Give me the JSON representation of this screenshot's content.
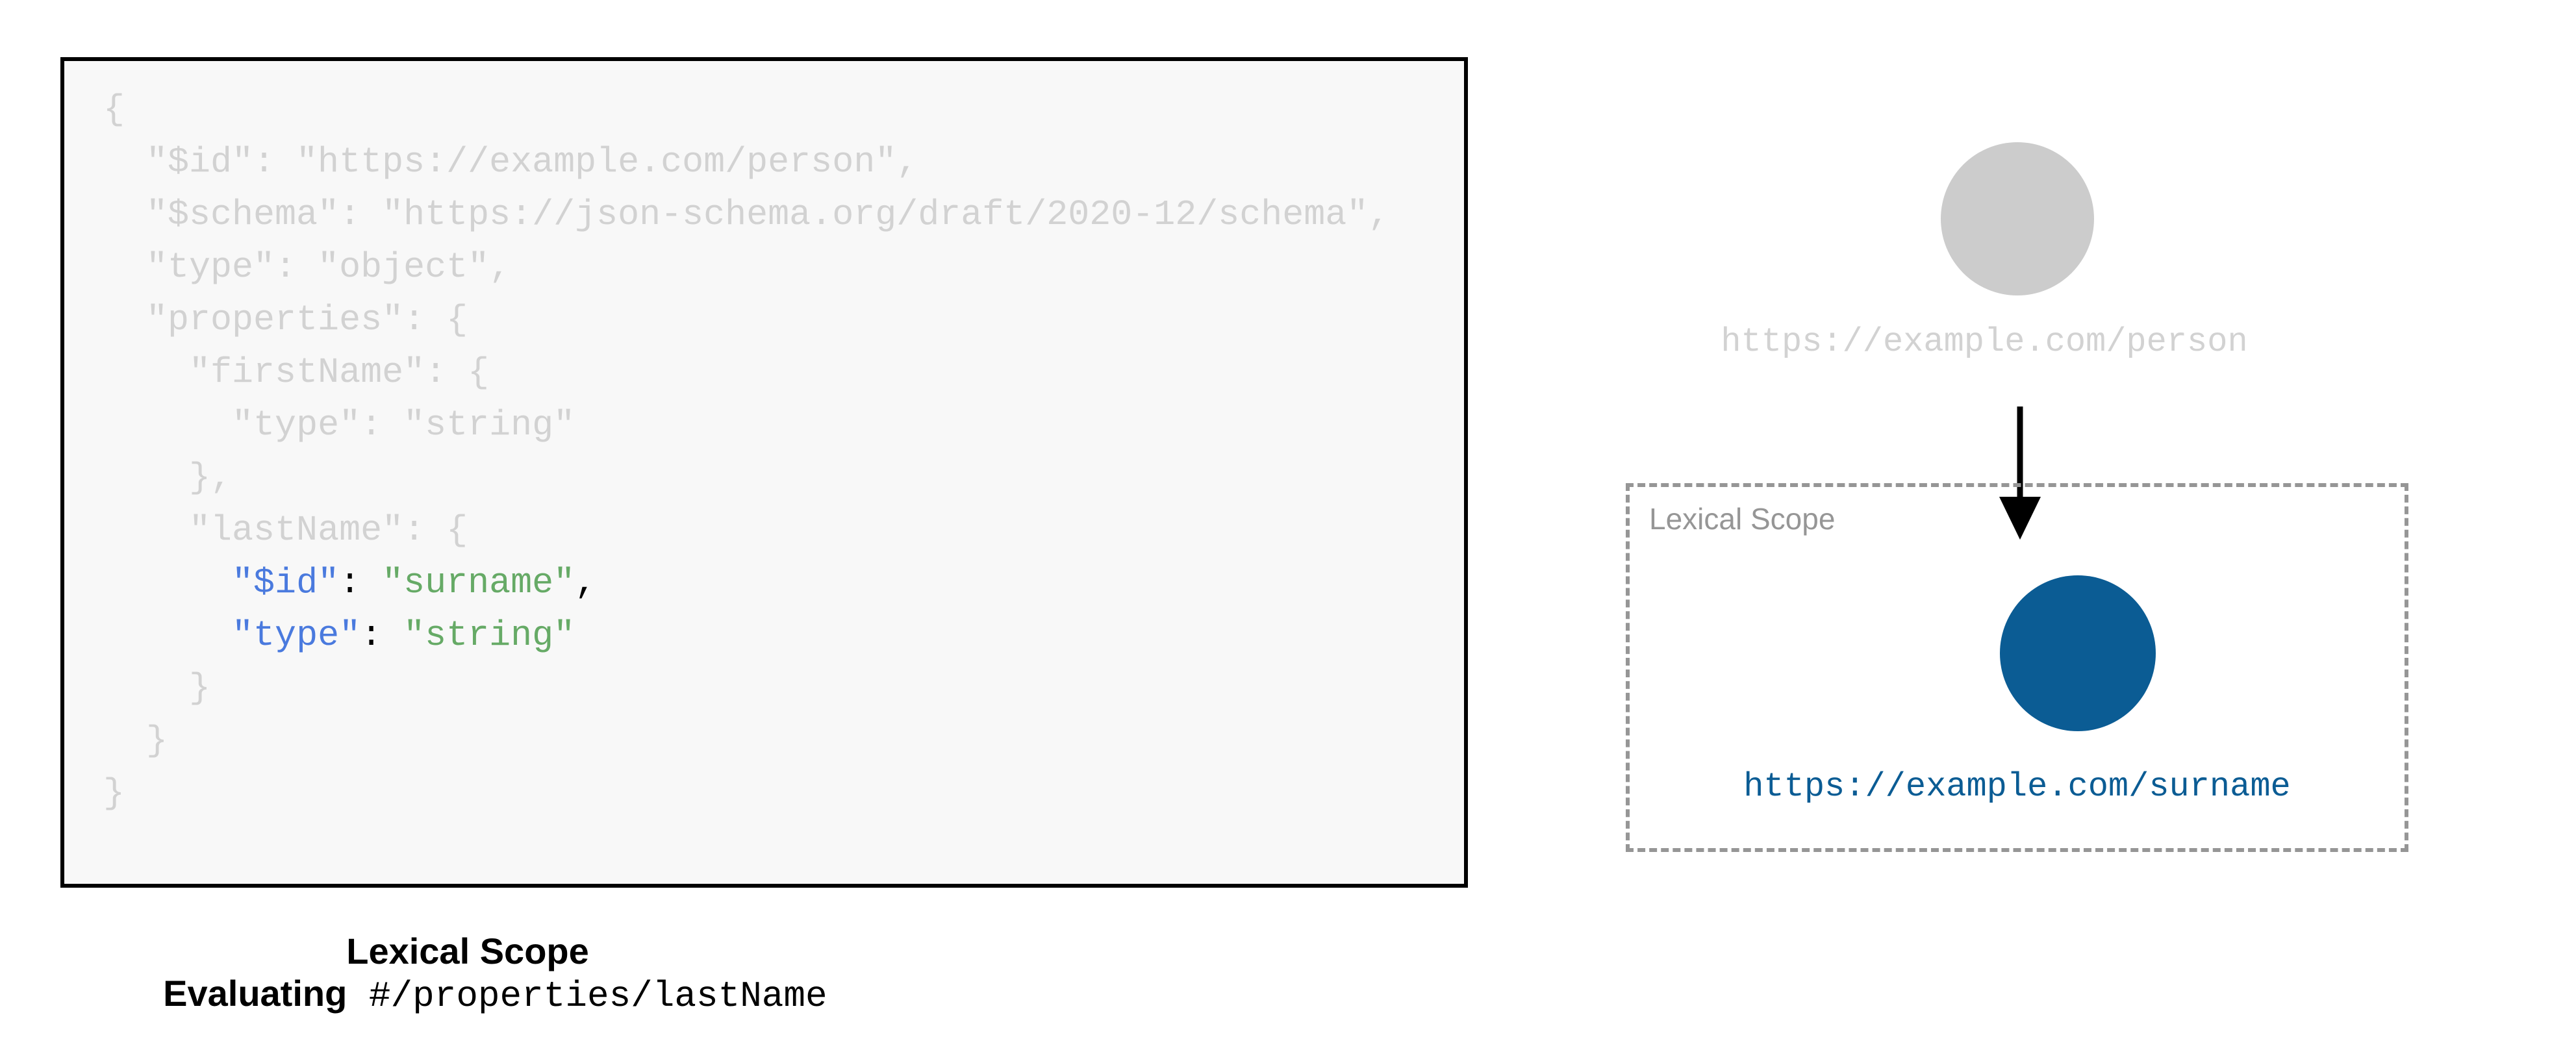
{
  "code_figure": {
    "panel_background": "#f8f8f8",
    "border_color": "#000000",
    "dim_color": "#d2d2d2",
    "key_color": "#4a7ade",
    "string_color": "#66aa66",
    "punct_color": "#000000",
    "lines": [
      {
        "indent": 0,
        "highlighted": false,
        "tokens": [
          {
            "t": "{",
            "k": "dim"
          }
        ]
      },
      {
        "indent": 1,
        "highlighted": false,
        "tokens": [
          {
            "t": "\"$id\": \"https://example.com/person\",",
            "k": "dim"
          }
        ]
      },
      {
        "indent": 1,
        "highlighted": false,
        "tokens": [
          {
            "t": "\"$schema\": \"https://json-schema.org/draft/2020-12/schema\",",
            "k": "dim"
          }
        ]
      },
      {
        "indent": 1,
        "highlighted": false,
        "tokens": [
          {
            "t": "\"type\": \"object\",",
            "k": "dim"
          }
        ]
      },
      {
        "indent": 1,
        "highlighted": false,
        "tokens": [
          {
            "t": "\"properties\": {",
            "k": "dim"
          }
        ]
      },
      {
        "indent": 2,
        "highlighted": false,
        "tokens": [
          {
            "t": "\"firstName\": {",
            "k": "dim"
          }
        ]
      },
      {
        "indent": 3,
        "highlighted": false,
        "tokens": [
          {
            "t": "\"type\": \"string\"",
            "k": "dim"
          }
        ]
      },
      {
        "indent": 2,
        "highlighted": false,
        "tokens": [
          {
            "t": "},",
            "k": "dim"
          }
        ]
      },
      {
        "indent": 2,
        "highlighted": false,
        "tokens": [
          {
            "t": "\"lastName\": {",
            "k": "dim"
          }
        ]
      },
      {
        "indent": 3,
        "highlighted": true,
        "tokens": [
          {
            "t": "\"$id\"",
            "k": "key"
          },
          {
            "t": ": ",
            "k": "punct"
          },
          {
            "t": "\"surname\"",
            "k": "str"
          },
          {
            "t": ",",
            "k": "punct"
          }
        ]
      },
      {
        "indent": 3,
        "highlighted": true,
        "tokens": [
          {
            "t": "\"type\"",
            "k": "key"
          },
          {
            "t": ": ",
            "k": "punct"
          },
          {
            "t": "\"string\"",
            "k": "str"
          }
        ]
      },
      {
        "indent": 2,
        "highlighted": false,
        "tokens": [
          {
            "t": "}",
            "k": "dim"
          }
        ]
      },
      {
        "indent": 1,
        "highlighted": false,
        "tokens": [
          {
            "t": "}",
            "k": "dim"
          }
        ]
      },
      {
        "indent": 0,
        "highlighted": false,
        "tokens": [
          {
            "t": "}",
            "k": "dim"
          }
        ]
      }
    ],
    "caption_strong": "Evaluating",
    "caption_mono": " #/properties/lastName"
  },
  "scope_figure": {
    "outer_node": {
      "color": "#cccccc",
      "label": "https://example.com/person",
      "label_color": "#d2d2d2"
    },
    "arrow": {
      "color": "#000000",
      "direction": "down"
    },
    "scope_box": {
      "label": "Lexical Scope",
      "border_color": "#969696",
      "border_style": "dashed"
    },
    "inner_node": {
      "color": "#0b5c94",
      "label": "https://example.com/surname",
      "label_color": "#0b5c94"
    },
    "caption": "Lexical Scope"
  }
}
